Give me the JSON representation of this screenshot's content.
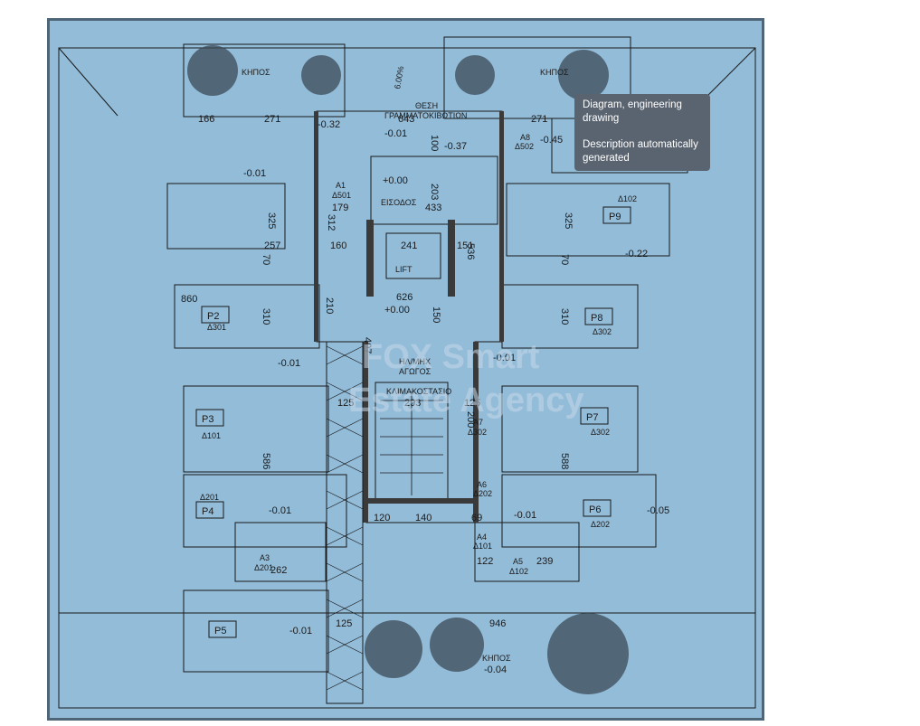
{
  "tooltip": {
    "line1": "Diagram, engineering drawing",
    "line2": "Description automatically generated"
  },
  "watermark": {
    "line1": "FOX Smart",
    "line2": "Estate Agency"
  },
  "colors": {
    "background": "#93bcd9",
    "lines": "#1a1a1a",
    "wall": "#3a3a3a",
    "tooltip": "#5a6470"
  },
  "labels": {
    "garden": "ΚΗΠΟΣ",
    "mailbox_line1": "ΘΕΣΗ",
    "mailbox_line2": "ΓΡΑΜΜΑΤΟΚΙΒΩΤΙΩΝ",
    "entrance": "ΕΙΣΟΔΟΣ",
    "lift": "LIFT",
    "elec_line1": "ΗΛ/ΜΗΧ",
    "elec_line2": "ΑΓΩΓΟΣ",
    "staircase": "ΚΛΙΜΑΚΟΣΤΑΣΙΟ",
    "slope": "6.00%"
  },
  "parking": [
    {
      "id": "P2",
      "sub": "Δ301"
    },
    {
      "id": "P3",
      "sub": "Δ101"
    },
    {
      "id": "P4",
      "sub": "Δ201"
    },
    {
      "id": "P5",
      "sub": ""
    },
    {
      "id": "P6",
      "sub": "Δ202"
    },
    {
      "id": "P7",
      "sub": "Δ302"
    },
    {
      "id": "P8",
      "sub": "Δ302"
    },
    {
      "id": "P9",
      "sub": "Δ102"
    }
  ],
  "units": [
    {
      "id": "A1",
      "sub": "Δ501"
    },
    {
      "id": "A3",
      "sub": "Δ201"
    },
    {
      "id": "A4",
      "sub": "Δ101"
    },
    {
      "id": "A5",
      "sub": "Δ102"
    },
    {
      "id": "A6",
      "sub": "Δ202"
    },
    {
      "id": "A7",
      "sub": "Δ302"
    },
    {
      "id": "A8",
      "sub": "Δ502"
    }
  ],
  "levels": [
    "-0.32",
    "-0.01",
    "-0.37",
    "-0.45",
    "+0.00",
    "-0.22",
    "-0.05",
    "-0.04"
  ],
  "dimensions": [
    "166",
    "271",
    "643",
    "179",
    "433",
    "241",
    "151",
    "257",
    "160",
    "626",
    "125",
    "293",
    "120",
    "140",
    "69",
    "122",
    "239",
    "262",
    "946",
    "860",
    "325",
    "310",
    "586",
    "588",
    "536",
    "312",
    "150",
    "200",
    "210",
    "407",
    "203",
    "100",
    "70"
  ]
}
